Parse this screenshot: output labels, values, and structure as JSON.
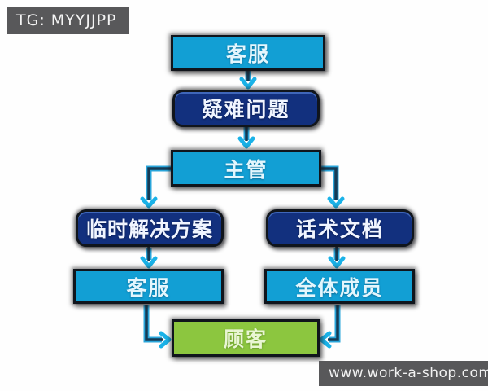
{
  "badge": {
    "label": "TG: MYYJJPP"
  },
  "watermark": {
    "label": "www.work-a-shop.com"
  },
  "diagram": {
    "type": "flowchart",
    "nodes": [
      {
        "id": "kefu-top",
        "label": "客服",
        "style": "cyan"
      },
      {
        "id": "yinan-wenti",
        "label": "疑难问题",
        "style": "navy"
      },
      {
        "id": "zhuguan",
        "label": "主管",
        "style": "cyan"
      },
      {
        "id": "linshi-fangan",
        "label": "临时解决方案",
        "style": "navy"
      },
      {
        "id": "huashu-wendang",
        "label": "话术文档",
        "style": "navy"
      },
      {
        "id": "kefu-left",
        "label": "客服",
        "style": "cyan"
      },
      {
        "id": "quanti-chengyuan",
        "label": "全体成员",
        "style": "cyan"
      },
      {
        "id": "guke",
        "label": "顾客",
        "style": "green"
      }
    ],
    "edges": [
      {
        "from": "kefu-top",
        "to": "yinan-wenti"
      },
      {
        "from": "yinan-wenti",
        "to": "zhuguan"
      },
      {
        "from": "zhuguan",
        "to": "linshi-fangan"
      },
      {
        "from": "zhuguan",
        "to": "huashu-wendang"
      },
      {
        "from": "linshi-fangan",
        "to": "kefu-left"
      },
      {
        "from": "huashu-wendang",
        "to": "quanti-chengyuan"
      },
      {
        "from": "kefu-left",
        "to": "guke"
      },
      {
        "from": "quanti-chengyuan",
        "to": "guke"
      }
    ]
  },
  "colors": {
    "node_cyan": "#129fd4",
    "node_navy": "#12307e",
    "node_green": "#8cc63f",
    "connector_line": "#153b55",
    "connector_highlight": "#1da0d8",
    "arrowhead": "#1ab2e8",
    "badge_background": "#58585a",
    "background": "#fefefe"
  }
}
